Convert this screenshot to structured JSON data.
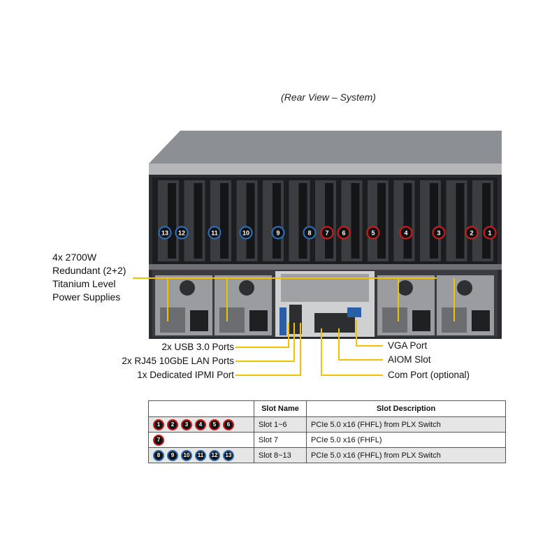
{
  "caption": "(Rear View – System)",
  "psu_label": [
    "4x 2700W",
    "Redundant (2+2)",
    "Titanium Level",
    "Power Supplies"
  ],
  "left_labels": {
    "usb": "2x USB 3.0 Ports",
    "lan": "2x RJ45 10GbE LAN Ports",
    "ipmi": "1x Dedicated IPMI Port"
  },
  "right_labels": {
    "vga": "VGA Port",
    "aiom": "AIOM Slot",
    "com": "Com Port (optional)"
  },
  "slot_markers": [
    {
      "num": "13",
      "color": "blue"
    },
    {
      "num": "12",
      "color": "blue"
    },
    {
      "num": "11",
      "color": "blue"
    },
    {
      "num": "10",
      "color": "blue"
    },
    {
      "num": "9",
      "color": "blue"
    },
    {
      "num": "8",
      "color": "blue"
    },
    {
      "num": "7",
      "color": "red"
    },
    {
      "num": "6",
      "color": "red"
    },
    {
      "num": "5",
      "color": "red"
    },
    {
      "num": "4",
      "color": "red"
    },
    {
      "num": "3",
      "color": "red"
    },
    {
      "num": "2",
      "color": "red"
    },
    {
      "num": "1",
      "color": "red"
    }
  ],
  "colors": {
    "red": "#cc1b1b",
    "blue": "#2b6db5",
    "callout": "#f2c200"
  },
  "table": {
    "headers": [
      "",
      "Slot Name",
      "Slot Description"
    ],
    "rows": [
      {
        "badges": [
          "1",
          "2",
          "3",
          "4",
          "5",
          "6"
        ],
        "color": "red",
        "name": "Slot 1~6",
        "desc": "PCIe 5.0 x16 (FHFL) from PLX Switch"
      },
      {
        "badges": [
          "7"
        ],
        "color": "red",
        "name": "Slot 7",
        "desc": "PCIe 5.0 x16 (FHFL)"
      },
      {
        "badges": [
          "8",
          "9",
          "10",
          "11",
          "12",
          "13"
        ],
        "color": "blue",
        "name": "Slot 8~13",
        "desc": "PCIe 5.0 x16 (FHFL) from PLX Switch"
      }
    ]
  }
}
